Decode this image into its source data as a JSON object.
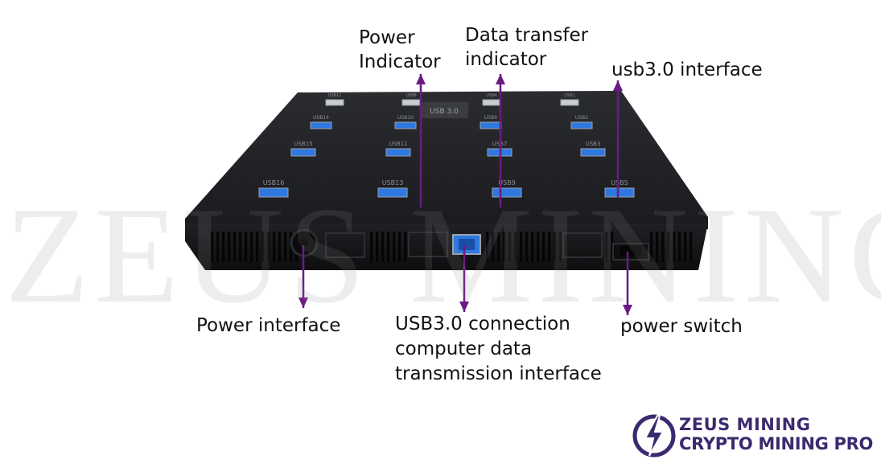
{
  "labels": {
    "power_indicator": [
      "Power",
      "Indicator"
    ],
    "data_transfer": [
      "Data transfer",
      "indicator"
    ],
    "usb30_interface": "usb3.0 interface",
    "power_interface": "Power interface",
    "usb_connection": [
      "USB3.0 connection",
      "computer data",
      "transmission interface"
    ],
    "power_switch": "power switch"
  },
  "watermark": "ZEUS MINING",
  "device_markings": {
    "top_label": "USB 3.0",
    "port_labels": [
      "USB12",
      "USB8",
      "USB4",
      "USB1",
      "USB14",
      "USB10",
      "USB6",
      "USB2",
      "USB15",
      "USB11",
      "USB7",
      "USB3",
      "USB16",
      "USB13",
      "USB9",
      "USB5"
    ]
  },
  "logo": {
    "line1": "ZEUS MINING",
    "line2": "CRYPTO MINING PRO"
  },
  "colors": {
    "arrow": "#6a1a85",
    "device": "#1e1f22",
    "usb_port_blue": "#2f78e0",
    "logo": "#3c2a6e"
  }
}
